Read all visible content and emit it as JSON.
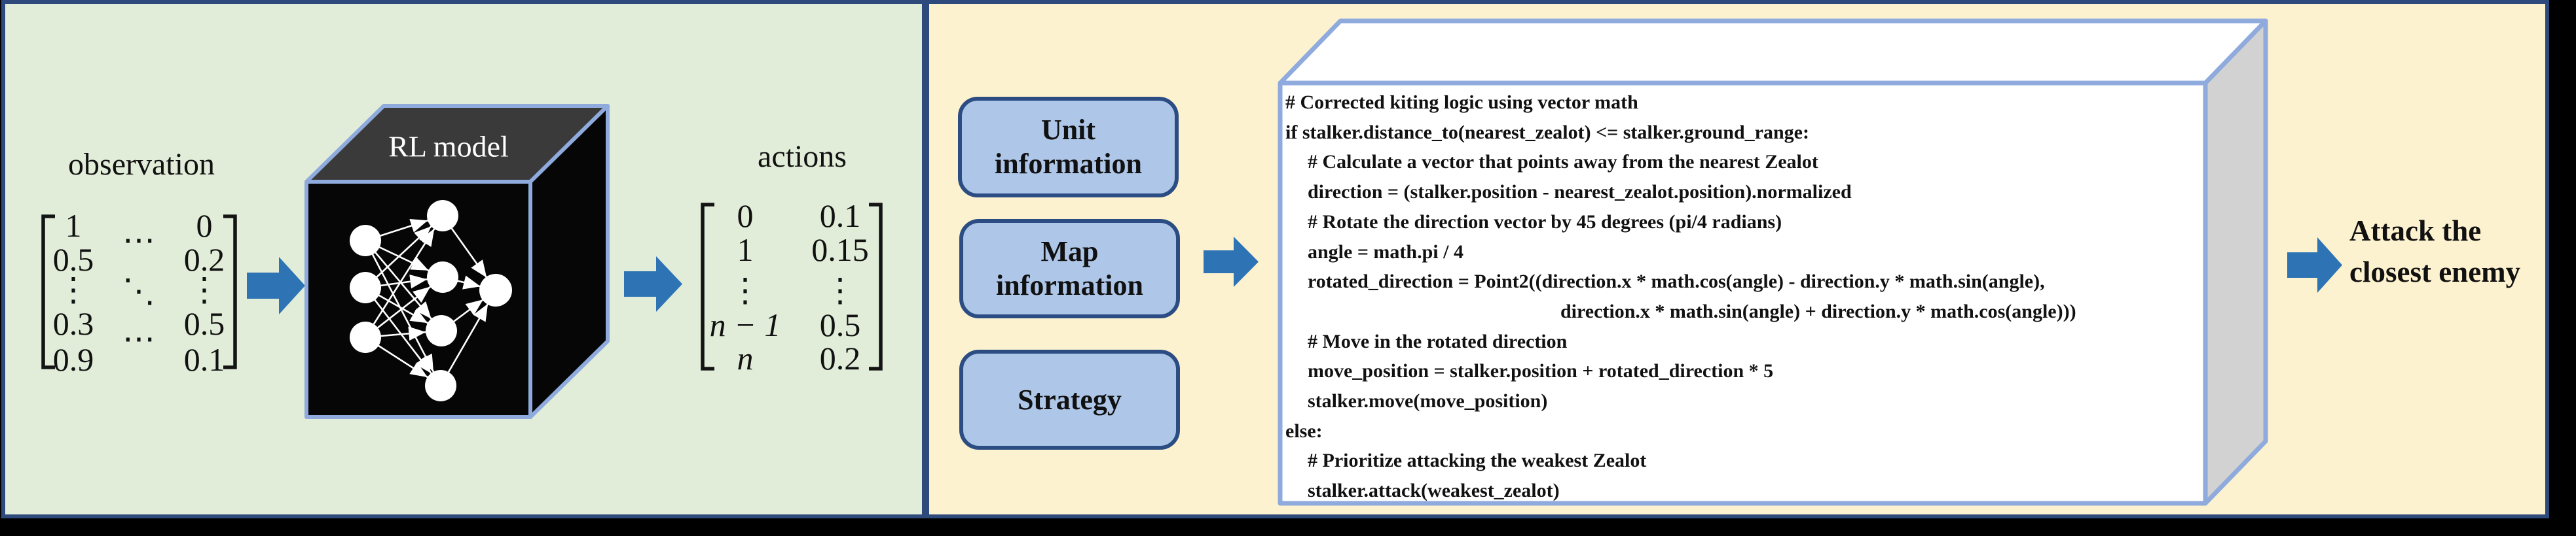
{
  "figure": {
    "type": "two-panel comparison diagram: RL model pipeline vs LLM prompt-to-code pipeline"
  },
  "colors": {
    "page_background": "#000000",
    "panel_border_navy": "#2e4a7d",
    "left_panel_green": "#e1edd9",
    "right_panel_yellow": "#fdf2cf",
    "arrow_blue": "#2e74b5",
    "info_box_fill": "#aec6e8",
    "info_box_border": "#2b4d83",
    "cube_face_black": "#060606",
    "cube_top_gray": "#3a3a3a",
    "cube_outline_periwinkle": "#8faadc",
    "code_box_side_gray": "#d2d2d2"
  },
  "icons": {
    "flow_arrow": "block-arrow-right"
  },
  "left_panel": {
    "observation_label": "observation",
    "rl_model_label": "RL model",
    "actions_label": "actions",
    "observation_matrix": {
      "col1": [
        "1",
        "0.5",
        "⋮",
        "0.3",
        "0.9"
      ],
      "col2": [
        "⋯",
        "⋱",
        "⋯"
      ],
      "col3": [
        "0",
        "0.2",
        "⋮",
        "0.5",
        "0.1"
      ]
    },
    "actions_matrix": {
      "col1": [
        "0",
        "1",
        "⋮",
        "n − 1",
        "n"
      ],
      "col2": [
        "0.1",
        "0.15",
        "⋮",
        "0.5",
        "0.2"
      ]
    }
  },
  "right_panel": {
    "input_boxes": [
      {
        "label": "Unit information"
      },
      {
        "label": "Map information"
      },
      {
        "label": "Strategy"
      }
    ],
    "code_box": {
      "lines": [
        "# Corrected kiting logic using vector math",
        "if stalker.distance_to(nearest_zealot) <= stalker.ground_range:",
        "# Calculate a vector that points away from the nearest Zealot",
        "direction = (stalker.position - nearest_zealot.position).normalized",
        "# Rotate the direction vector by 45 degrees (pi/4 radians)",
        "angle = math.pi / 4",
        "rotated_direction = Point2((direction.x * math.cos(angle) - direction.y * math.sin(angle),",
        "direction.x * math.sin(angle) + direction.y * math.cos(angle)))",
        "# Move in the rotated direction",
        "move_position = stalker.position + rotated_direction * 5",
        "stalker.move(move_position)",
        "else:",
        "# Prioritize attacking the weakest Zealot",
        "stalker.attack(weakest_zealot)"
      ]
    },
    "output_label": "Attack the closest enemy"
  }
}
